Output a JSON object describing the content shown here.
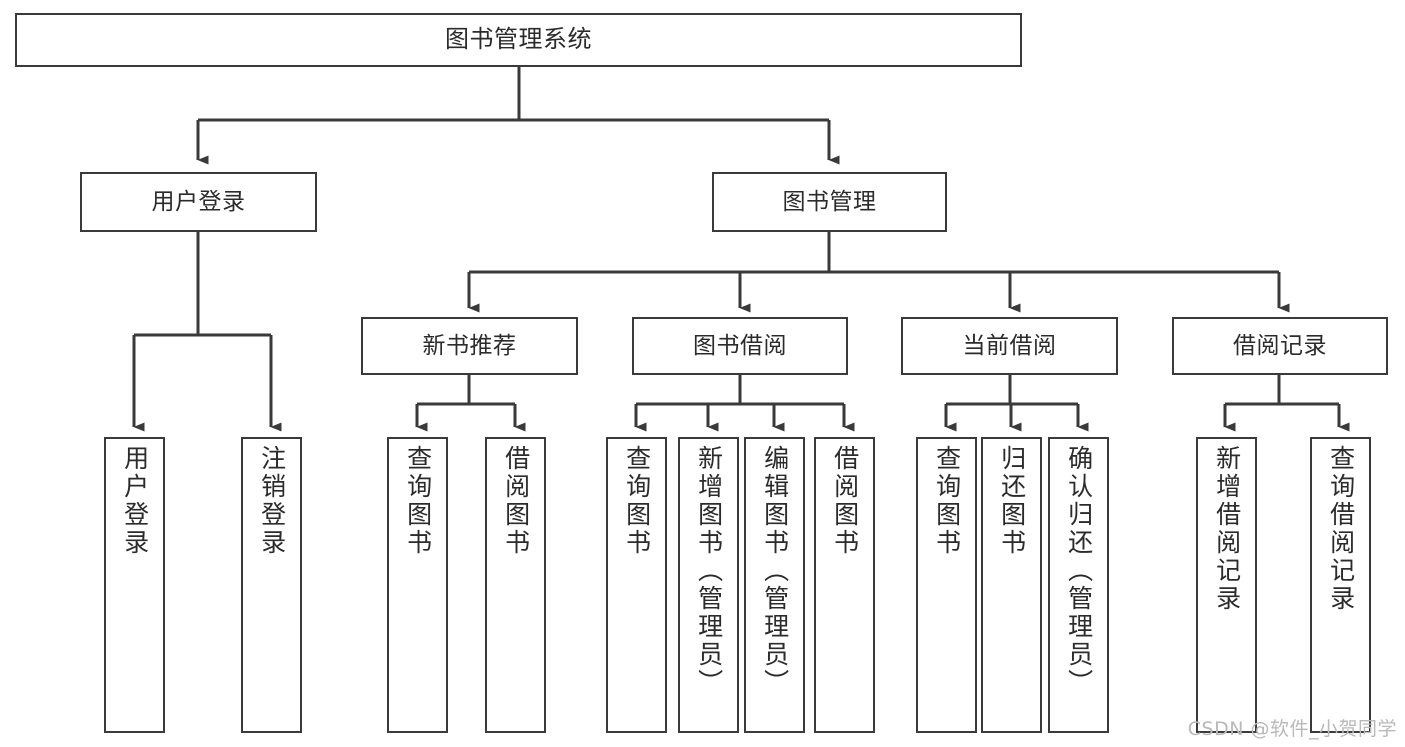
{
  "diagram": {
    "title": "图书管理系统",
    "type": "tree",
    "stroke_color": "#3a3a3a",
    "text_color": "#2b2b2b",
    "background_color": "#ffffff",
    "root": {
      "label": "图书管理系统"
    },
    "level2": [
      {
        "label": "用户登录"
      },
      {
        "label": "图书管理"
      }
    ],
    "level3": [
      {
        "label": "新书推荐"
      },
      {
        "label": "图书借阅"
      },
      {
        "label": "当前借阅"
      },
      {
        "label": "借阅记录"
      }
    ],
    "leaves": {
      "user_login": [
        {
          "label": "用户登录"
        },
        {
          "label": "注销登录"
        }
      ],
      "new_book_recommend": [
        {
          "label": "查询图书"
        },
        {
          "label": "借阅图书"
        }
      ],
      "book_borrow": [
        {
          "label": "查询图书"
        },
        {
          "label": "新增图书（管理员）"
        },
        {
          "label": "编辑图书（管理员）"
        },
        {
          "label": "借阅图书"
        }
      ],
      "current_borrow": [
        {
          "label": "查询图书"
        },
        {
          "label": "归还图书"
        },
        {
          "label": "确认归还（管理员）"
        }
      ],
      "borrow_record": [
        {
          "label": "新增借阅记录"
        },
        {
          "label": "查询借阅记录"
        }
      ]
    }
  },
  "watermark": {
    "text": "CSDN @软件_小贺同学"
  }
}
